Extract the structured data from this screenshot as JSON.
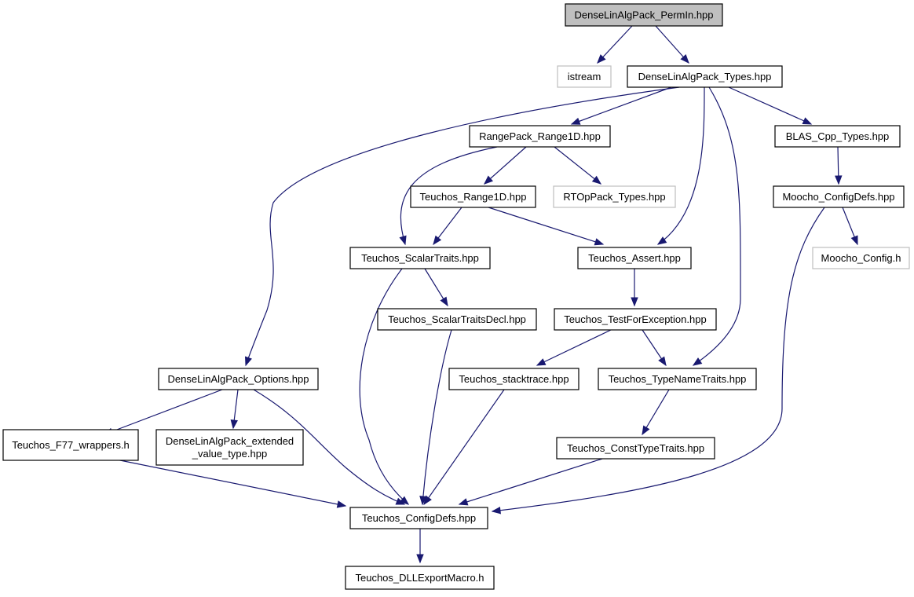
{
  "diagram": {
    "type": "include-dependency-graph",
    "colors": {
      "edge": "#191970",
      "root_fill": "#bfbfbf",
      "node_fill": "#ffffff",
      "node_border": "#000000",
      "external_border": "#bfbfbf"
    },
    "nodes": [
      {
        "id": "permin",
        "lines": [
          "DenseLinAlgPack_PermIn.hpp"
        ],
        "kind": "root",
        "interactable": true
      },
      {
        "id": "istream",
        "lines": [
          "istream"
        ],
        "kind": "external",
        "interactable": false
      },
      {
        "id": "types",
        "lines": [
          "DenseLinAlgPack_Types.hpp"
        ],
        "kind": "file",
        "interactable": true
      },
      {
        "id": "range1d",
        "lines": [
          "RangePack_Range1D.hpp"
        ],
        "kind": "file",
        "interactable": true
      },
      {
        "id": "blas",
        "lines": [
          "BLAS_Cpp_Types.hpp"
        ],
        "kind": "file",
        "interactable": true
      },
      {
        "id": "trange1d",
        "lines": [
          "Teuchos_Range1D.hpp"
        ],
        "kind": "file",
        "interactable": true
      },
      {
        "id": "rtop",
        "lines": [
          "RTOpPack_Types.hpp"
        ],
        "kind": "external",
        "interactable": false
      },
      {
        "id": "moochodefs",
        "lines": [
          "Moocho_ConfigDefs.hpp"
        ],
        "kind": "file",
        "interactable": true
      },
      {
        "id": "scalartraits",
        "lines": [
          "Teuchos_ScalarTraits.hpp"
        ],
        "kind": "file",
        "interactable": true
      },
      {
        "id": "assert",
        "lines": [
          "Teuchos_Assert.hpp"
        ],
        "kind": "file",
        "interactable": true
      },
      {
        "id": "moochoconfig",
        "lines": [
          "Moocho_Config.h"
        ],
        "kind": "external",
        "interactable": false
      },
      {
        "id": "stdecl",
        "lines": [
          "Teuchos_ScalarTraitsDecl.hpp"
        ],
        "kind": "file",
        "interactable": true
      },
      {
        "id": "testforexc",
        "lines": [
          "Teuchos_TestForException.hpp"
        ],
        "kind": "file",
        "interactable": true
      },
      {
        "id": "options",
        "lines": [
          "DenseLinAlgPack_Options.hpp"
        ],
        "kind": "file",
        "interactable": true
      },
      {
        "id": "stacktrace",
        "lines": [
          "Teuchos_stacktrace.hpp"
        ],
        "kind": "file",
        "interactable": true
      },
      {
        "id": "typename",
        "lines": [
          "Teuchos_TypeNameTraits.hpp"
        ],
        "kind": "file",
        "interactable": true
      },
      {
        "id": "f77",
        "lines": [
          "Teuchos_F77_wrappers.h"
        ],
        "kind": "file",
        "interactable": true
      },
      {
        "id": "extvt",
        "lines": [
          "DenseLinAlgPack_extended",
          "_value_type.hpp"
        ],
        "kind": "file",
        "interactable": true
      },
      {
        "id": "consttype",
        "lines": [
          "Teuchos_ConstTypeTraits.hpp"
        ],
        "kind": "file",
        "interactable": true
      },
      {
        "id": "configdefs",
        "lines": [
          "Teuchos_ConfigDefs.hpp"
        ],
        "kind": "file",
        "interactable": true
      },
      {
        "id": "dllexport",
        "lines": [
          "Teuchos_DLLExportMacro.h"
        ],
        "kind": "file",
        "interactable": true
      }
    ],
    "edges": [
      {
        "from": "permin",
        "to": "istream"
      },
      {
        "from": "permin",
        "to": "types"
      },
      {
        "from": "types",
        "to": "options"
      },
      {
        "from": "types",
        "to": "range1d"
      },
      {
        "from": "types",
        "to": "assert"
      },
      {
        "from": "types",
        "to": "typename"
      },
      {
        "from": "types",
        "to": "blas"
      },
      {
        "from": "range1d",
        "to": "scalartraits"
      },
      {
        "from": "range1d",
        "to": "trange1d"
      },
      {
        "from": "range1d",
        "to": "rtop"
      },
      {
        "from": "blas",
        "to": "moochodefs"
      },
      {
        "from": "trange1d",
        "to": "scalartraits"
      },
      {
        "from": "trange1d",
        "to": "assert"
      },
      {
        "from": "moochodefs",
        "to": "moochoconfig"
      },
      {
        "from": "moochodefs",
        "to": "configdefs"
      },
      {
        "from": "scalartraits",
        "to": "stdecl"
      },
      {
        "from": "scalartraits",
        "to": "configdefs"
      },
      {
        "from": "assert",
        "to": "testforexc"
      },
      {
        "from": "stdecl",
        "to": "configdefs"
      },
      {
        "from": "testforexc",
        "to": "stacktrace"
      },
      {
        "from": "testforexc",
        "to": "typename"
      },
      {
        "from": "options",
        "to": "f77"
      },
      {
        "from": "options",
        "to": "extvt"
      },
      {
        "from": "options",
        "to": "configdefs"
      },
      {
        "from": "stacktrace",
        "to": "configdefs"
      },
      {
        "from": "typename",
        "to": "consttype"
      },
      {
        "from": "f77",
        "to": "configdefs"
      },
      {
        "from": "consttype",
        "to": "configdefs"
      },
      {
        "from": "configdefs",
        "to": "dllexport"
      }
    ]
  }
}
